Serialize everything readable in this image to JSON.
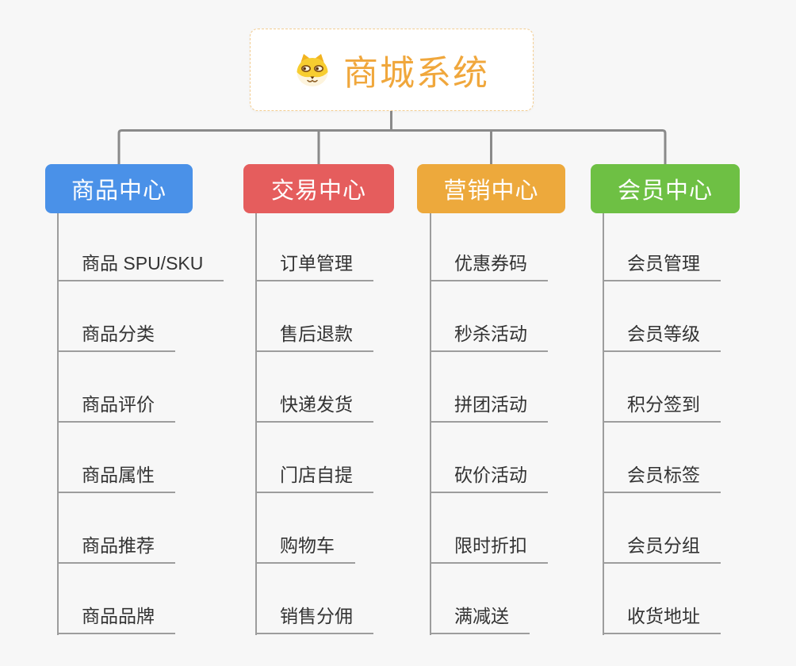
{
  "root": {
    "title": "商城系统",
    "icon": "dog-face"
  },
  "colors": {
    "canvas_bg": "#f7f7f7",
    "root_accent": "#f0a73c",
    "root_border": "#f3cd92",
    "connector": "#8a8a8a",
    "leaf_line": "#9d9d9d",
    "leaf_text": "#333333"
  },
  "branches": [
    {
      "label": "商品中心",
      "color": "#4a91e8",
      "items": [
        "商品 SPU/SKU",
        "商品分类",
        "商品评价",
        "商品属性",
        "商品推荐",
        "商品品牌"
      ]
    },
    {
      "label": "交易中心",
      "color": "#e55d5d",
      "items": [
        "订单管理",
        "售后退款",
        "快递发货",
        "门店自提",
        "购物车",
        "销售分佣"
      ]
    },
    {
      "label": "营销中心",
      "color": "#eda93c",
      "items": [
        "优惠券码",
        "秒杀活动",
        "拼团活动",
        "砍价活动",
        "限时折扣",
        "满减送"
      ]
    },
    {
      "label": "会员中心",
      "color": "#6ec044",
      "items": [
        "会员管理",
        "会员等级",
        "积分签到",
        "会员标签",
        "会员分组",
        "收货地址"
      ]
    }
  ]
}
